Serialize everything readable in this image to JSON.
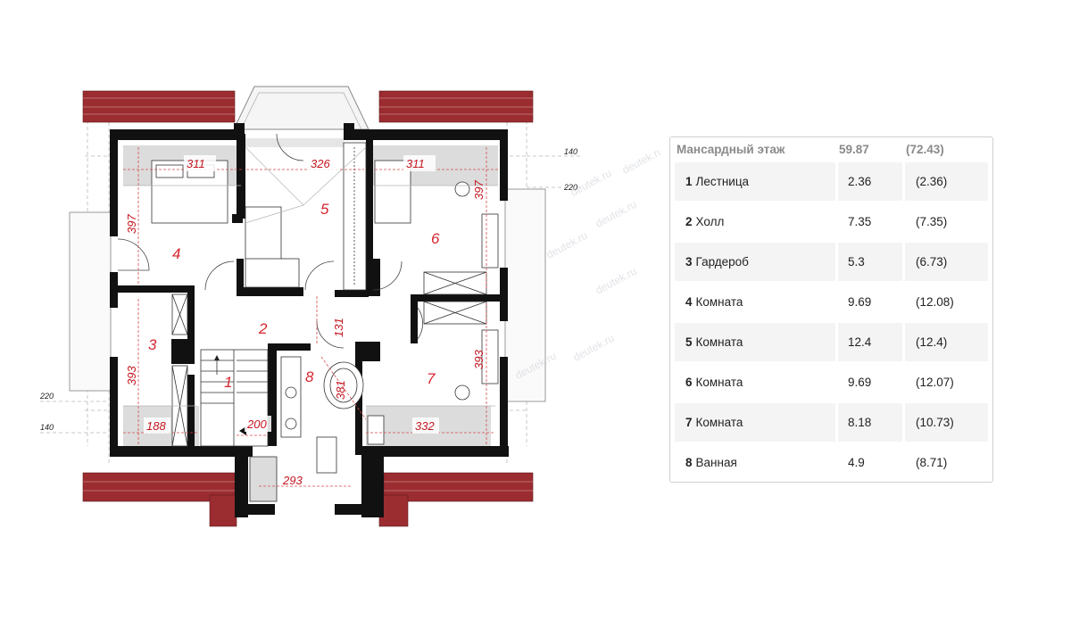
{
  "plan": {
    "rooms": [
      {
        "id": "1",
        "label": "1"
      },
      {
        "id": "2",
        "label": "2"
      },
      {
        "id": "3",
        "label": "3"
      },
      {
        "id": "4",
        "label": "4"
      },
      {
        "id": "5",
        "label": "5"
      },
      {
        "id": "6",
        "label": "6"
      },
      {
        "id": "7",
        "label": "7"
      },
      {
        "id": "8",
        "label": "8"
      }
    ],
    "dimensions": {
      "d311a": "311",
      "d326": "326",
      "d311b": "311",
      "d397a": "397",
      "d397b": "397",
      "d393a": "393",
      "d393b": "393",
      "d131": "131",
      "d381": "381",
      "d188": "188",
      "d200": "200",
      "d332": "332",
      "d293": "293"
    },
    "side_labels": {
      "r140": "140",
      "r220": "220",
      "l220": "220",
      "l140": "140"
    },
    "watermark": "deutek.ru",
    "colors": {
      "roof": "#9b2c30",
      "wall": "#111111",
      "room_num": "#d6262f",
      "dim": "#c4161f"
    }
  },
  "table": {
    "header": {
      "name": "Мансардный этаж",
      "area": "59.87",
      "total": "(72.43)"
    },
    "rows": [
      {
        "num": "1",
        "name": "Лестница",
        "area": "2.36",
        "total": "(2.36)"
      },
      {
        "num": "2",
        "name": "Холл",
        "area": "7.35",
        "total": "(7.35)"
      },
      {
        "num": "3",
        "name": "Гардероб",
        "area": "5.3",
        "total": "(6.73)"
      },
      {
        "num": "4",
        "name": "Комната",
        "area": "9.69",
        "total": "(12.08)"
      },
      {
        "num": "5",
        "name": "Комната",
        "area": "12.4",
        "total": "(12.4)"
      },
      {
        "num": "6",
        "name": "Комната",
        "area": "9.69",
        "total": "(12.07)"
      },
      {
        "num": "7",
        "name": "Комната",
        "area": "8.18",
        "total": "(10.73)"
      },
      {
        "num": "8",
        "name": "Ванная",
        "area": "4.9",
        "total": "(8.71)"
      }
    ]
  }
}
